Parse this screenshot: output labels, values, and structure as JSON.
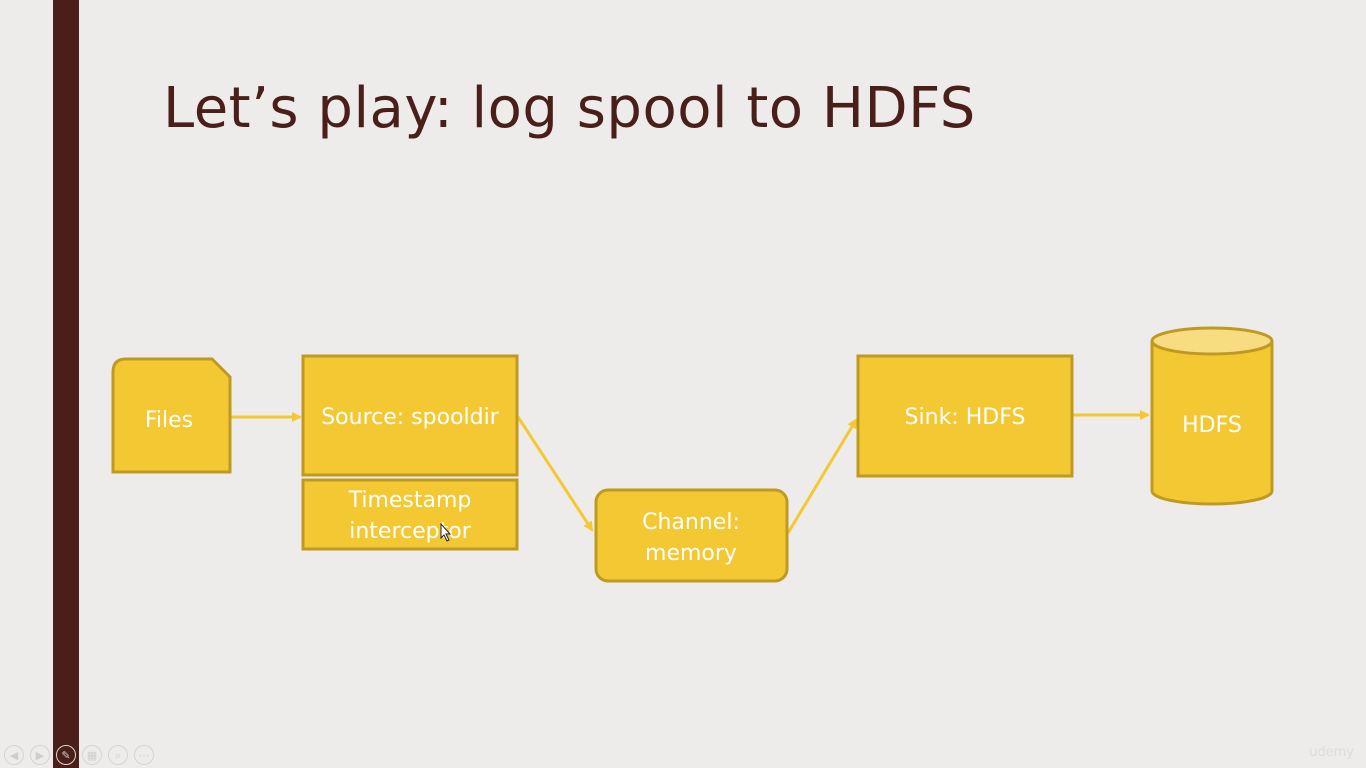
{
  "slide": {
    "title": "Let’s play: log spool to HDFS",
    "accent_color": "#4a1f1a",
    "box_fill": "#f4c832",
    "box_stroke": "#bf9a22",
    "arrow_color": "#f4c832"
  },
  "diagram": {
    "nodes": {
      "files": {
        "label": "Files"
      },
      "source": {
        "label": "Source: spooldir"
      },
      "interceptor": {
        "line1": "Timestamp",
        "line2": "interceptor"
      },
      "channel": {
        "line1": "Channel:",
        "line2": "memory"
      },
      "sink": {
        "label": "Sink: HDFS"
      },
      "hdfs": {
        "label": "HDFS"
      }
    }
  },
  "player_controls": {
    "icons": [
      "previous-icon",
      "next-icon",
      "pen-icon",
      "slides-icon",
      "zoom-icon",
      "more-icon"
    ],
    "glyphs": [
      "◀",
      "▶",
      "✎",
      "▦",
      "⌕",
      "⋯"
    ]
  },
  "watermark": "udemy"
}
